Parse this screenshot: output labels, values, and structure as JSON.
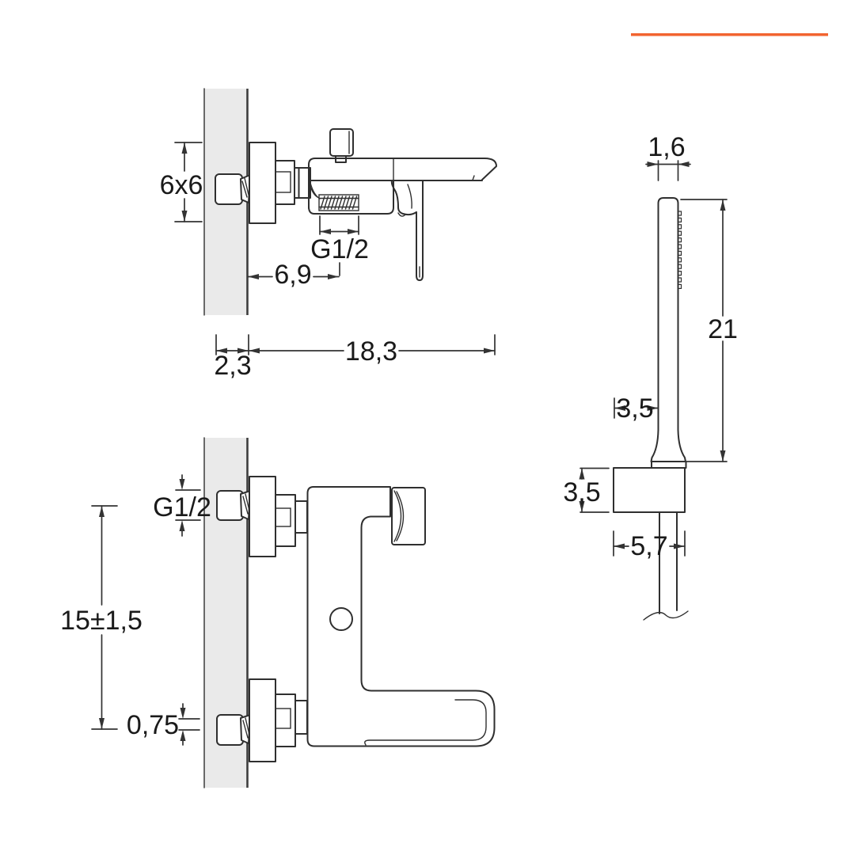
{
  "page": {
    "background": "#ffffff",
    "accent_color": "#F26430",
    "line_color": "#2f2f2f",
    "wall_fill": "#EAEAEA"
  },
  "views": {
    "mixer_side": {
      "title": "bath-mixer-side-view",
      "dims": {
        "square": "6x6",
        "thread": "G1/2",
        "spout_offset": "6,9",
        "wall_thickness": "2,3",
        "total_depth": "18,3"
      }
    },
    "mixer_front": {
      "title": "bath-mixer-front-view",
      "dims": {
        "thread": "G1/2",
        "center_distance": "15±1,5",
        "offset": "0,75"
      }
    },
    "handshower": {
      "title": "hand-shower-view",
      "dims": {
        "handle_width": "1,6",
        "length": "21",
        "wall_clearance": "3,5",
        "bracket_height": "3,5",
        "bracket_width": "5,7"
      }
    }
  }
}
